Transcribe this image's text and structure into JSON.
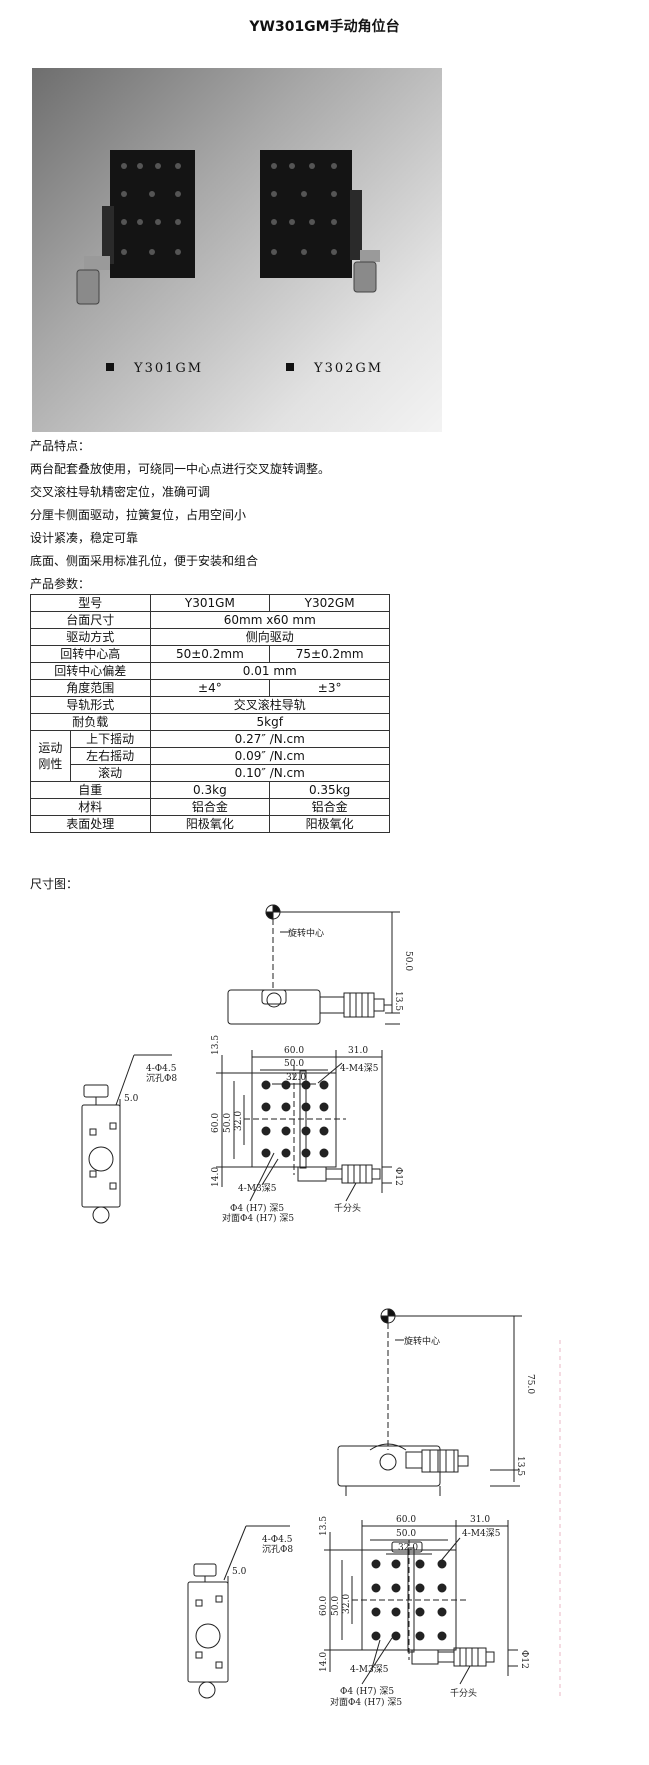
{
  "page_title": "YW301GM手动角位台",
  "photo": {
    "labels": [
      "Y301GM",
      "Y302GM"
    ]
  },
  "features": {
    "heading": "产品特点：",
    "items": [
      "两台配套叠放使用，可绕同一中心点进行交叉旋转调整。",
      "交叉滚柱导轨精密定位，准确可调",
      "分厘卡侧面驱动，拉簧复位，占用空间小",
      "设计紧凑，稳定可靠",
      "底面、侧面采用标准孔位，便于安装和组合"
    ]
  },
  "specs": {
    "heading": "产品参数：",
    "header": [
      "型号",
      "Y301GM",
      "Y302GM"
    ],
    "rows": {
      "surface": [
        "台面尺寸",
        "60mm x60 mm"
      ],
      "drive": [
        "驱动方式",
        "侧向驱动"
      ],
      "height": [
        "回转中心高",
        "50±0.2mm",
        "75±0.2mm"
      ],
      "deviation": [
        "回转中心偏差",
        "0.01 mm"
      ],
      "angle": [
        "角度范围",
        "±4°",
        "±3°"
      ],
      "rail": [
        "导轨形式",
        "交叉滚柱导轨"
      ],
      "load": [
        "耐负载",
        "5kgf"
      ],
      "stiffness_group": "运动刚性",
      "pitch": [
        "上下摇动",
        "0.27″ /N.cm"
      ],
      "yaw": [
        "左右摇动",
        "0.09″ /N.cm"
      ],
      "roll": [
        "滚动",
        "0.10″ /N.cm"
      ],
      "weight": [
        "自重",
        "0.3kg",
        "0.35kg"
      ],
      "material": [
        "材料",
        "铝合金",
        "铝合金"
      ],
      "finish": [
        "表面处理",
        "阳极氧化",
        "阳极氧化"
      ]
    }
  },
  "dimensions": {
    "heading": "尺寸图：",
    "rotation_center": "旋转中心",
    "micrometer": "千分头",
    "side_holes_1": "4-Φ4.5",
    "side_holes_2": "沉孔Φ8",
    "m4": "4-M4深5",
    "m3": "4-M3深5",
    "pin_1": "Φ4 (H7) 深5",
    "pin_2": "对面Φ4 (H7) 深5",
    "d1": {
      "height": "50.0",
      "h_small": "13.5",
      "w60": "60.0",
      "w50": "50.0",
      "w32": "32.0",
      "w31": "31.0",
      "v13": "13.5",
      "v60": "60.0",
      "v50": "50.0",
      "v32": "32.0",
      "v14": "14.0",
      "side": "5.0",
      "dia": "Φ12"
    },
    "d2": {
      "height": "75.0",
      "h_small": "13.5",
      "w60": "60.0",
      "w50": "50.0",
      "w32": "32.0",
      "w31": "31.0",
      "v13": "13.5",
      "v60": "60.0",
      "v50": "50.0",
      "v32": "32.0",
      "v14": "14.0",
      "side": "5.0",
      "dia": "Φ12"
    }
  }
}
